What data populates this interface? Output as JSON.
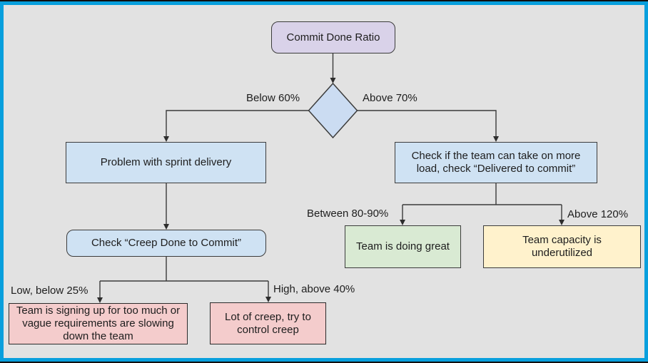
{
  "diagram": {
    "title": "Commit Done Ratio flowchart",
    "colors": {
      "frame_blue": "#089fdd",
      "background": "#e2e2e2",
      "start_purple": "#d9d2e9",
      "process_blue": "#cfe2f3",
      "decision_blue": "#cbdcf2",
      "warning_pink": "#f4cccc",
      "good_green": "#d9ead3",
      "caution_yellow": "#fff2cc",
      "line": "#3a3a3a"
    },
    "nodes": {
      "start": {
        "label": "Commit Done Ratio"
      },
      "decision": {
        "label": ""
      },
      "problem": {
        "label": "Problem with sprint delivery"
      },
      "more_load": {
        "label": "Check if the team can take on more load, check “Delivered to commit”"
      },
      "check_creep": {
        "label": "Check “Creep Done to Commit”"
      },
      "too_much": {
        "label": "Team is signing up for too much or vague requirements are slowing down the team"
      },
      "lot_of_creep": {
        "label": "Lot of creep, try to control creep"
      },
      "doing_great": {
        "label": "Team is doing great"
      },
      "underutilized": {
        "label": "Team capacity is underutilized"
      }
    },
    "edge_labels": {
      "below60": "Below 60%",
      "above70": "Above 70%",
      "between": "Between 80-90%",
      "above120": "Above 120%",
      "low25": "Low, below 25%",
      "high40": "High, above 40%"
    },
    "edges": [
      {
        "from": "start",
        "to": "decision",
        "label": ""
      },
      {
        "from": "decision",
        "to": "problem",
        "label": "Below 60%"
      },
      {
        "from": "decision",
        "to": "more_load",
        "label": "Above 70%"
      },
      {
        "from": "problem",
        "to": "check_creep",
        "label": ""
      },
      {
        "from": "check_creep",
        "to": "too_much",
        "label": "Low, below 25%"
      },
      {
        "from": "check_creep",
        "to": "lot_of_creep",
        "label": "High, above 40%"
      },
      {
        "from": "more_load",
        "to": "doing_great",
        "label": "Between 80-90%"
      },
      {
        "from": "more_load",
        "to": "underutilized",
        "label": "Above 120%"
      }
    ]
  }
}
